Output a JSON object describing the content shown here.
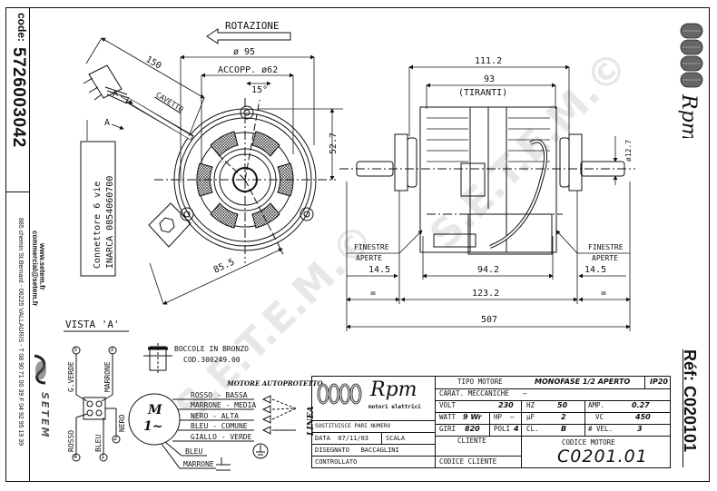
{
  "sidebar": {
    "code_label": "code:",
    "code_value": "5726003042",
    "website": "www.setem.fr",
    "email": "commercial@setem.fr",
    "address": "885 chemin St.Bernard  -  06225 VALLAURIS  -  T 08 90 71 00 39  F 04 92 95 19 39",
    "company_logo": "SETEM"
  },
  "brand": {
    "name": "Rpm",
    "tagline": "motori elettrici",
    "reference_label": "Réf:",
    "reference_value": "C020101"
  },
  "watermark": "S.E.T.E.M.©",
  "front_view": {
    "rotation_label": "ROTAZIONE",
    "dim_diameter_95": "ø 95",
    "dim_coupling": "ACCOPP. ø62",
    "dim_angle": "15°",
    "dim_height": "52.7",
    "dim_cable": "150",
    "cable_label": "CAVETTO",
    "section_marker_1": "A",
    "section_marker_2": "A",
    "dim_mount": "85.5",
    "connector_line1": "Connettore 6 vie",
    "connector_line2": "INARCA 0854060700"
  },
  "side_view": {
    "dim_total_body": "111.2",
    "dim_tie_rods": "93",
    "tie_rods_label": "(TIRANTI)",
    "dim_shaft_dia": "ø12.7",
    "windows_left_1": "FINESTRE",
    "windows_left_2": "APERTE",
    "windows_right_1": "FINESTRE",
    "windows_right_2": "APERTE",
    "dim_left_shaft": "14.5",
    "dim_body": "94.2",
    "dim_right_shaft": "14.5",
    "equal_left": "=",
    "dim_mid": "123.2",
    "equal_right": "=",
    "dim_overall": "507"
  },
  "view_a": {
    "title": "VISTA 'A'",
    "pins": [
      {
        "num": "5",
        "label": "G.VERDE"
      },
      {
        "num": "3",
        "label": "MARRONE"
      },
      {
        "num": "4",
        "label": "ROSSO"
      },
      {
        "num": "1",
        "label": "BLEU"
      },
      {
        "num": "2",
        "label": "NERO"
      }
    ]
  },
  "bushing": {
    "line1": "BOCCOLE IN BRONZO",
    "line2": "COD.300249.00"
  },
  "wiring": {
    "title": "MOTORE AUTOPROTETTO",
    "motor_symbol_top": "M",
    "motor_symbol_bottom": "1~",
    "wires": [
      "ROSSO - BASSA",
      "MARRONE - MEDIA",
      "NERO - ALTA",
      "BLEU - COMUNE",
      "GIALLO - VERDE"
    ],
    "capacitor_wires": [
      "BLEU",
      "MARRONE"
    ],
    "line_label": "LINEA"
  },
  "title_block": {
    "tipo_motore_label": "TIPO MOTORE",
    "tipo_motore_value": "MONOFASE 1/2 APERTO",
    "ip": "IP20",
    "carat_label": "CARAT. MECCANICHE",
    "carat_value": "—",
    "volt_label": "VOLT",
    "volt_value": "230",
    "hz_label": "HZ",
    "hz_value": "50",
    "amp_label": "AMP.",
    "amp_value": "0.27",
    "watt_label": "WATT",
    "watt_value": "9 Wr",
    "hp_label": "HP",
    "hp_value": "—",
    "uf_label": "µF",
    "uf_value": "2",
    "vc_label": "VC",
    "vc_value": "450",
    "giri_label": "GIRI",
    "giri_value": "820",
    "poli_label": "POLI",
    "poli_value": "4",
    "cl_label": "CL.",
    "cl_value": "B",
    "vel_label": "# VEL.",
    "vel_value": "3",
    "cliente_label": "CLIENTE",
    "codice_motore_label": "CODICE MOTORE",
    "codice_motore_value": "C0201.01",
    "codice_cliente_label": "CODICE CLIENTE",
    "sostituisce_label": "SOSTITUISCE PARI NUMERO",
    "data_label": "DATA",
    "data_value": "07/11/03",
    "scala_label": "SCALA",
    "disegnato_label": "DISEGNATO",
    "disegnato_value": "BACCAGLINI",
    "controllato_label": "CONTROLLATO"
  }
}
